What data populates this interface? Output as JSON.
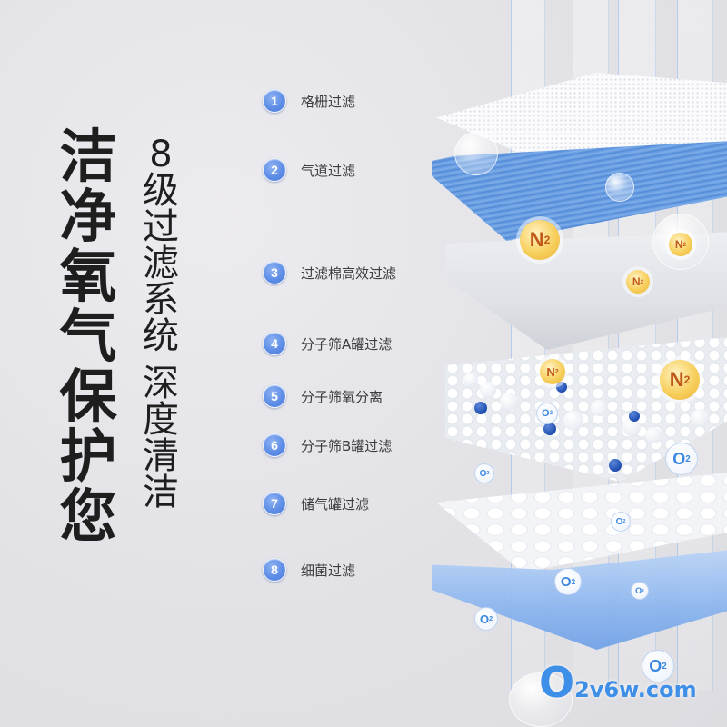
{
  "headline": {
    "main": [
      "洁",
      "净",
      "氧",
      "气",
      "保",
      "护",
      "您"
    ],
    "sub_part1": [
      "8",
      "级",
      "过",
      "滤",
      "系",
      "统"
    ],
    "sub_part2": [
      "深",
      "度",
      "清",
      "洁"
    ]
  },
  "steps": [
    {
      "number": "1",
      "label": "格栅过滤"
    },
    {
      "number": "2",
      "label": "气道过滤"
    },
    {
      "number": "3",
      "label": "过滤棉高效过滤"
    },
    {
      "number": "4",
      "label": "分子筛A罐过滤"
    },
    {
      "number": "5",
      "label": "分子筛氧分离"
    },
    {
      "number": "6",
      "label": "分子筛B罐过滤"
    },
    {
      "number": "7",
      "label": "储气罐过滤"
    },
    {
      "number": "8",
      "label": "细菌过滤"
    }
  ],
  "illustration": {
    "n2_label": "N",
    "o2_label": "O",
    "subscript": "2"
  },
  "watermark": {
    "prefix": "O",
    "suffix": "2v6w.com"
  },
  "colors": {
    "badge": "#5d8de6",
    "headline": "#1e1e1e",
    "step_text": "#3c3c3c",
    "accent_blue": "#3d8fe8",
    "n2_gold": "#f7cf5c",
    "n2_text": "#c05a1a"
  }
}
